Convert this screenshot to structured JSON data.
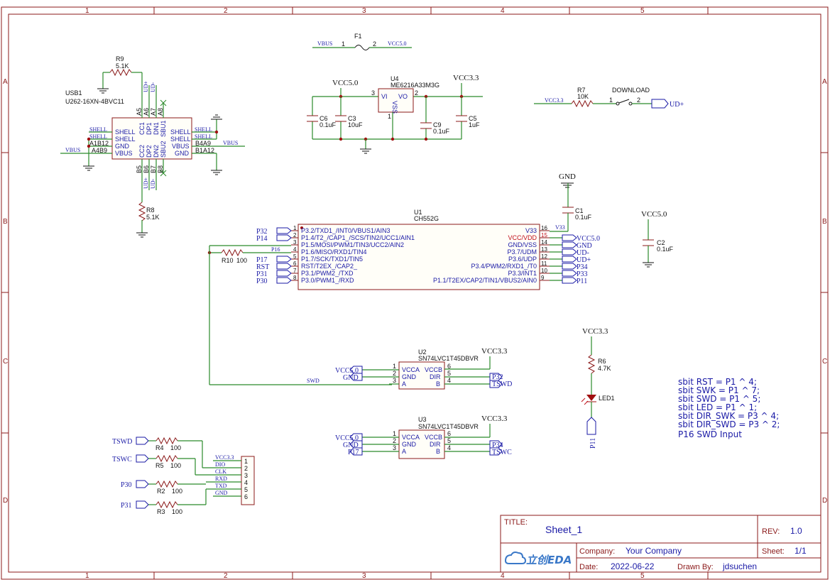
{
  "frame": {
    "cols": [
      "1",
      "2",
      "3",
      "4",
      "5"
    ],
    "rows": [
      "A",
      "B",
      "C",
      "D"
    ]
  },
  "fuse": {
    "ref": "F1",
    "net_left": "VBUS",
    "net_right": "VCC5.0",
    "pin1": "1",
    "pin2": "2"
  },
  "usb": {
    "ref": "USB1",
    "part": "U262-16XN-4BVC11",
    "r9": {
      "ref": "R9",
      "value": "5.1K"
    },
    "r8": {
      "ref": "R8",
      "value": "5.1K"
    },
    "left_pins": [
      "SHELL",
      "SHELL",
      "GND",
      "VBUS"
    ],
    "left_nums": [
      "",
      "",
      "A1B12",
      "A4B9"
    ],
    "left_nets": [
      "SHELL",
      "SHELL",
      "",
      ""
    ],
    "right_pins": [
      "SHELL",
      "SHELL",
      "VBUS",
      "GND"
    ],
    "right_nums": [
      "",
      "",
      "B4A9",
      "B1A12"
    ],
    "right_net_vbus": "VBUS",
    "left_net_vbus": "VBUS",
    "top_pins": [
      "CC1",
      "DP1",
      "DN1",
      "SBU1"
    ],
    "top_nums": [
      "A5",
      "A6",
      "A7",
      "A8"
    ],
    "top_nets": [
      "UD+",
      "UD-"
    ],
    "bot_pins": [
      "CC2",
      "DP2",
      "DN2",
      "SBU2"
    ],
    "bot_nums": [
      "B5",
      "B6",
      "B7",
      "B8"
    ],
    "bot_nets": [
      "UD+",
      "UD-"
    ]
  },
  "regulator": {
    "ref": "U4",
    "part": "ME6216A33M3G",
    "vin": "VCC5.0",
    "vout": "VCC3.3",
    "pin_vi": "VI",
    "pin_vo": "VO",
    "pin_vss": "VSS",
    "num_vi": "3",
    "num_vo": "2",
    "num_vss": "1",
    "caps": [
      {
        "ref": "C6",
        "value": "0.1uF"
      },
      {
        "ref": "C3",
        "value": "10uF"
      },
      {
        "ref": "C9",
        "value": "0.1uF"
      },
      {
        "ref": "C5",
        "value": "1uF"
      }
    ]
  },
  "download": {
    "net": "VCC3.3",
    "r_ref": "R7",
    "r_value": "10K",
    "sw_label": "DOWNLOAD",
    "pin1": "1",
    "pin2": "2",
    "port": "UD+"
  },
  "mcu": {
    "ref": "U1",
    "part": "CH552G",
    "left_pins": [
      "P3.2/TXD1_/INT0/VBUS1/AIN3",
      "P1.4/T2_/CAP1_/SCS/TIN2/UCC1/AIN1",
      "P1.5/MOSI/PWM1/TIN3/UCC2/AIN2",
      "P1.6/MISO/RXD1/TIN4",
      "P1.7/SCK/TXD1/TIN5",
      "RST/T2EX_/CAP2_",
      "P3.1/PWM2_/TXD",
      "P3.0/PWM1_/RXD"
    ],
    "left_nums": [
      "1",
      "2",
      "3",
      "4",
      "5",
      "6",
      "7",
      "8"
    ],
    "left_nets": [
      "P32",
      "P14",
      "",
      "",
      "P17",
      "RST",
      "P31",
      "P30"
    ],
    "right_pins": [
      "V33",
      "VCC/VDD",
      "GND/VSS",
      "P3.7/UDM",
      "P3.6/UDP",
      "P3.4/PWM2/RXD1_/T0",
      "P3.3/INT1",
      "P1.1/T2EX/CAP2/TIN1/VBUS2/AIN0"
    ],
    "right_nums": [
      "16",
      "15",
      "14",
      "13",
      "12",
      "11",
      "10",
      "9"
    ],
    "right_nets": [
      "V33",
      "VCC5.0",
      "GND",
      "UD-",
      "UD+",
      "P34",
      "P33",
      "P11"
    ],
    "p16_net": "P16",
    "r10": {
      "ref": "R10",
      "value": "100"
    },
    "c1": {
      "ref": "C1",
      "value": "0.1uF"
    },
    "c2": {
      "ref": "C2",
      "value": "0.1uF"
    },
    "gnd": "GND",
    "vcc": "VCC5.0"
  },
  "led": {
    "vcc": "VCC3.3",
    "r_ref": "R6",
    "r_value": "4.7K",
    "led_ref": "LED1",
    "port": "P11"
  },
  "u2": {
    "ref": "U2",
    "part": "SN74LVC1T45DBVR",
    "vcc": "VCC3.3",
    "left_pins": [
      "VCCA",
      "GND",
      "A"
    ],
    "left_nums": [
      "1",
      "2",
      "3"
    ],
    "right_pins": [
      "VCCB",
      "DIR",
      "B"
    ],
    "right_nums": [
      "6",
      "5",
      "4"
    ],
    "left_ports": [
      "VCC5.0",
      "GND"
    ],
    "right_ports": [
      "P32",
      "TSWD"
    ],
    "swd_net": "SWD"
  },
  "u3": {
    "ref": "U3",
    "part": "SN74LVC1T45DBVR",
    "vcc": "VCC3.3",
    "left_pins": [
      "VCCA",
      "GND",
      "A"
    ],
    "left_nums": [
      "1",
      "2",
      "3"
    ],
    "right_pins": [
      "VCCB",
      "DIR",
      "B"
    ],
    "right_nums": [
      "6",
      "5",
      "4"
    ],
    "left_ports": [
      "VCC5.0",
      "GND",
      "P17"
    ],
    "right_ports": [
      "P34",
      "TSWC"
    ]
  },
  "header": {
    "ports": [
      "TSWD",
      "TSWC",
      "P30",
      "P31"
    ],
    "resistors": [
      {
        "ref": "R4",
        "value": "100"
      },
      {
        "ref": "R5",
        "value": "100"
      },
      {
        "ref": "R2",
        "value": "100"
      },
      {
        "ref": "R3",
        "value": "100"
      }
    ],
    "nets": [
      "VCC3.3",
      "DIO",
      "CLK",
      "RXD",
      "TXD",
      "GND"
    ],
    "nums": [
      "1",
      "2",
      "3",
      "4",
      "5",
      "6"
    ]
  },
  "notes": [
    "sbit RST = P1 ^ 4;",
    "sbit SWK = P1 ^ 7;",
    "sbit SWD = P1 ^ 5;",
    "sbit LED = P1 ^ 1;",
    "sbit DIR_SWK = P3 ^ 4;",
    "sbit DIR_SWD = P3 ^ 2;",
    "P16 SWD Input"
  ],
  "title_block": {
    "title_label": "TITLE:",
    "title": "Sheet_1",
    "rev_label": "REV:",
    "rev": "1.0",
    "company_label": "Company:",
    "company": "Your Company",
    "sheet_label": "Sheet:",
    "sheet": "1/1",
    "date_label": "Date:",
    "date": "2022-06-22",
    "drawn_label": "Drawn By:",
    "drawn": "jdsuchen",
    "logo": "立创EDA"
  }
}
